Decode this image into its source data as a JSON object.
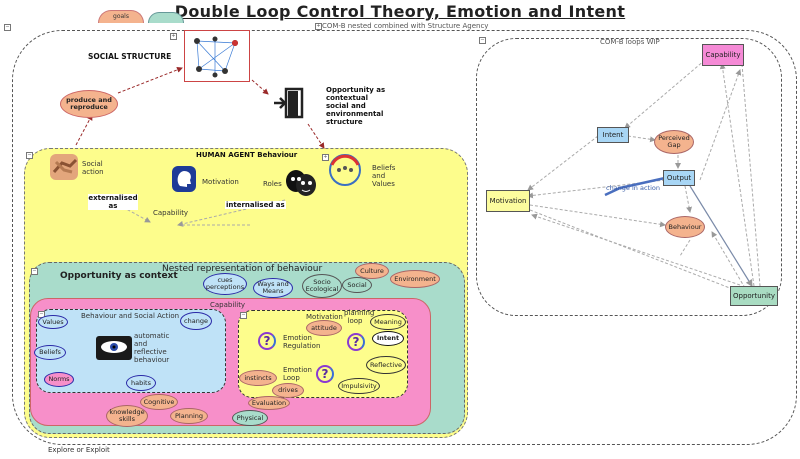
{
  "title": "Double Loop Control Theory, Emotion and Intent",
  "subtitle": "COM-B nested combined with Structure Agency",
  "footer": "Explore or Exploit",
  "top_left": {
    "social_structure": "SOCIAL STRUCTURE",
    "produce_reproduce": "produce and reproduce",
    "opportunity_context": "Opportunity as contextual social and environmental structure"
  },
  "human_agent": {
    "title": "HUMAN AGENT Behaviour",
    "social_action": "Social action",
    "motivation": "Motivation",
    "roles": "Roles",
    "beliefs_values": "Beliefs and Values",
    "externalised": "externalised as",
    "capability": "Capability",
    "internalised": "internalised as"
  },
  "nested": {
    "title": "Nested representation of behaviour",
    "opportunity": "Opportunity as context",
    "cues": "cues perceptions",
    "ways": "Ways and Means",
    "socio": "Socio Ecological",
    "social": "Social",
    "culture": "Culture",
    "environment": "Environment",
    "capability": "Capability",
    "cognitive": "Cognitive",
    "planning": "Planning",
    "knowledge": "knowledge skills",
    "physical": "Physical"
  },
  "behaviour_action": {
    "title": "Behaviour and Social Action",
    "values": "Values",
    "beliefs": "Beliefs",
    "norms": "Norms",
    "habits": "habits",
    "change": "change",
    "automatic": "automatic and reflective behaviour"
  },
  "motivation_box": {
    "motivation": "Motivation",
    "attitude": "attitude",
    "planning_loop": "planning loop",
    "meaning": "Meaning",
    "intent": "Intent",
    "emotion_regulation": "Emotion Regulation",
    "emotion_loop": "Emotion Loop",
    "reflective": "Reflective",
    "impulsivity": "Impulsivity",
    "instincts": "instincts",
    "drives": "drives",
    "evaluation": "Evaluation"
  },
  "comb": {
    "title": "COM-B loops WIP",
    "capability": "Capability",
    "intent": "Intent",
    "perceived_gap": "Perceived Gap",
    "motivation": "Motivation",
    "output": "Output",
    "change_in_action": "change in action",
    "behaviour": "Behaviour",
    "opportunity": "Opportunity"
  },
  "top_tabs": [
    "goals"
  ],
  "icons": [
    "network-image-icon",
    "exit-door-icon",
    "handshake-icon",
    "head-icon",
    "theater-masks-icon",
    "community-circle-icon",
    "eye-brain-icon",
    "question-loop-icon"
  ],
  "colors": {
    "yellow": "#fdfd8c",
    "teal": "#a9dccb",
    "pink": "#f78fc9",
    "salmon": "#f4b38e",
    "sky": "#bfe2f7",
    "comb_pink": "#f58ad6",
    "comb_blue": "#a8d6f5",
    "comb_yellow": "#fcfc9e",
    "comb_green": "#a9dcc2"
  }
}
